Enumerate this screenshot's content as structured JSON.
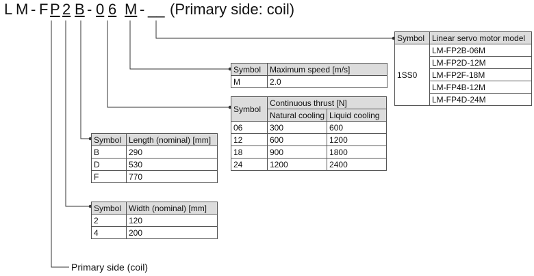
{
  "code": {
    "parts": [
      "L",
      "M",
      "-",
      "F",
      "P",
      "2",
      "B",
      "-",
      "0",
      "6",
      "M",
      "-",
      "__"
    ],
    "caption": "(Primary side: coil)"
  },
  "primary_side_label": "Primary side (coil)",
  "model_table": {
    "symbol_header": "Symbol",
    "model_header": "Linear servo motor model",
    "symbol": "1SS0",
    "models": [
      "LM-FP2B-06M",
      "LM-FP2D-12M",
      "LM-FP2F-18M",
      "LM-FP4B-12M",
      "LM-FP4D-24M"
    ]
  },
  "speed_table": {
    "symbol_header": "Symbol",
    "value_header": "Maximum speed [m/s]",
    "rows": [
      {
        "symbol": "M",
        "value": "2.0"
      }
    ]
  },
  "thrust_table": {
    "symbol_header": "Symbol",
    "group_header": "Continuous thrust [N]",
    "natural_header": "Natural cooling",
    "liquid_header": "Liquid cooling",
    "rows": [
      {
        "symbol": "06",
        "natural": "300",
        "liquid": "600"
      },
      {
        "symbol": "12",
        "natural": "600",
        "liquid": "1200"
      },
      {
        "symbol": "18",
        "natural": "900",
        "liquid": "1800"
      },
      {
        "symbol": "24",
        "natural": "1200",
        "liquid": "2400"
      }
    ]
  },
  "length_table": {
    "symbol_header": "Symbol",
    "value_header": "Length (nominal) [mm]",
    "rows": [
      {
        "symbol": "B",
        "value": "290"
      },
      {
        "symbol": "D",
        "value": "530"
      },
      {
        "symbol": "F",
        "value": "770"
      }
    ]
  },
  "width_table": {
    "symbol_header": "Symbol",
    "value_header": "Width (nominal) [mm]",
    "rows": [
      {
        "symbol": "2",
        "value": "120"
      },
      {
        "symbol": "4",
        "value": "200"
      }
    ]
  }
}
